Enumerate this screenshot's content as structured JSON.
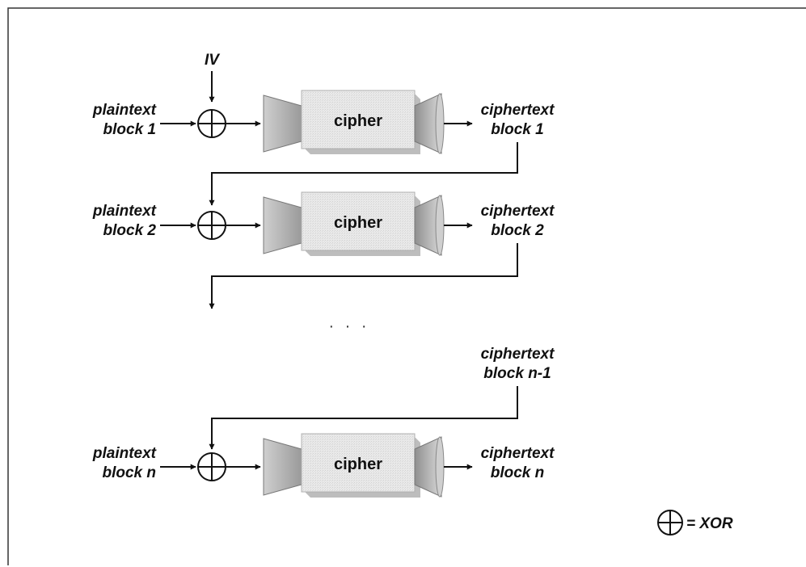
{
  "iv_label": "IV",
  "cipher_label": "cipher",
  "rows": [
    {
      "plaintext_line1": "plaintext",
      "plaintext_line2": "block 1",
      "ciphertext_line1": "ciphertext",
      "ciphertext_line2": "block 1"
    },
    {
      "plaintext_line1": "plaintext",
      "plaintext_line2": "block 2",
      "ciphertext_line1": "ciphertext",
      "ciphertext_line2": "block 2"
    },
    {
      "plaintext_line1": "plaintext",
      "plaintext_line2": "block n",
      "ciphertext_line1": "ciphertext",
      "ciphertext_line2": "block n"
    }
  ],
  "prev_ciphertext_line1": "ciphertext",
  "prev_ciphertext_line2": "block n-1",
  "ellipsis": "· · ·",
  "legend_text": "= XOR",
  "colors": {
    "cipher_body": "#e6e6e6",
    "cipher_shadow": "#bdbdbd",
    "line": "#111111"
  }
}
